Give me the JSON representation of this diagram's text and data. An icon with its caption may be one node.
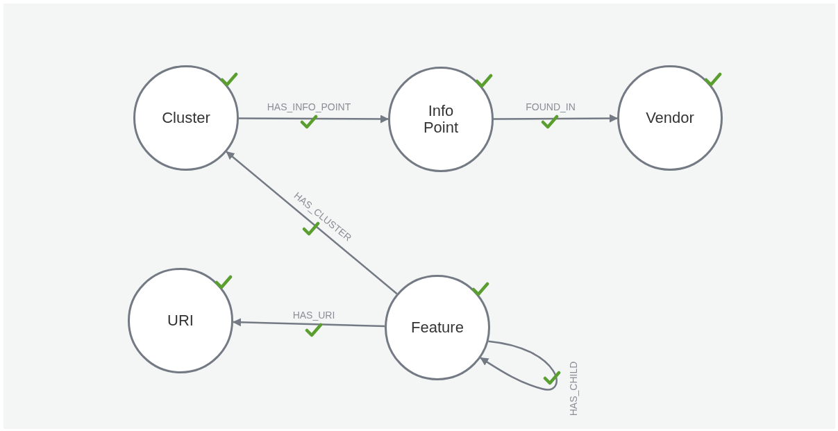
{
  "diagram": {
    "nodes": [
      {
        "text": [
          "Cluster"
        ]
      },
      {
        "text": [
          "Info Point"
        ]
      },
      {
        "text": [
          "Vendor"
        ]
      },
      {
        "text": [
          "URI"
        ]
      },
      {
        "text": [
          "Feature"
        ]
      }
    ],
    "edges": [
      {
        "from": 0,
        "to": 1,
        "arrow": "to",
        "label": "HAS_INFO_POINT"
      },
      {
        "from": 1,
        "to": 2,
        "arrow": "to",
        "label": "FOUND_IN"
      },
      {
        "from": 4,
        "to": 0,
        "arrow": "to",
        "label": "HAS_CLUSTER"
      },
      {
        "from": 4,
        "to": 3,
        "arrow": "to",
        "label": "HAS_URI"
      },
      {
        "from": 4,
        "to": 4,
        "arrow": "to",
        "label": "HAS_CHILD"
      }
    ]
  }
}
